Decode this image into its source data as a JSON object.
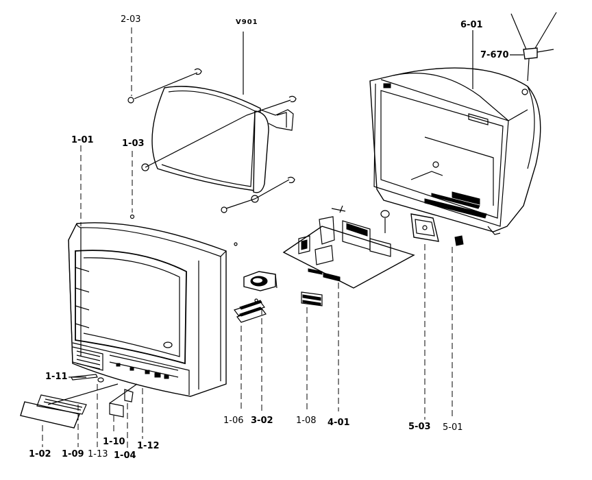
{
  "diagram": {
    "labels": {
      "p203": "2-03",
      "v901": "V901",
      "p601": "6-01",
      "p7670": "7-670",
      "p101": "1-01",
      "p103": "1-03",
      "p111": "1-11",
      "p102": "1-02",
      "p109": "1-09",
      "p113": "1-13",
      "p110": "1-10",
      "p104": "1-04",
      "p112": "1-12",
      "p106": "1-06",
      "p302": "3-02",
      "p108": "1-08",
      "p401": "4-01",
      "p503": "5-03",
      "p501": "5-01"
    }
  }
}
